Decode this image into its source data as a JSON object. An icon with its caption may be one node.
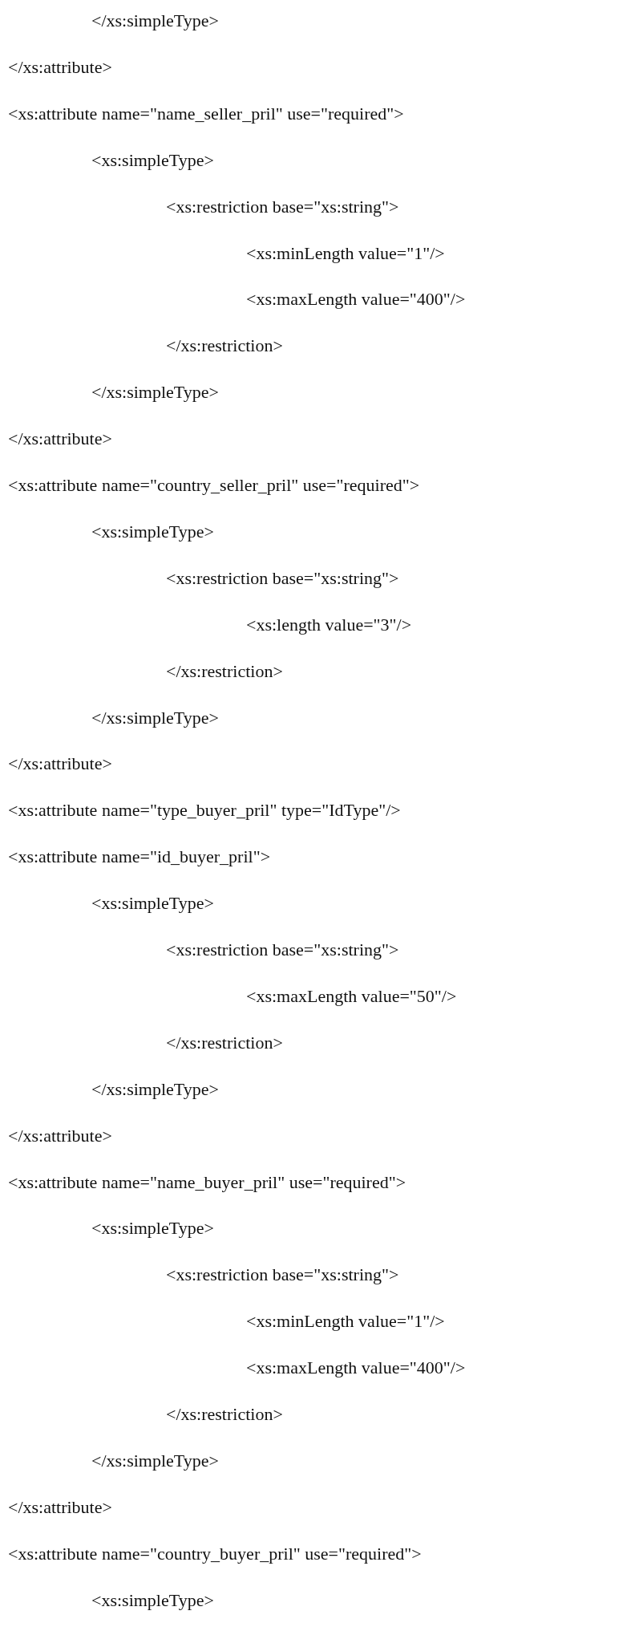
{
  "diagram": {
    "labels": [
      "</xs:simpleType>",
      "</xs:attribute>",
      "<xs:attribute name=\"name_seller_pril\" use=\"required\">",
      "<xs:simpleType>",
      "<xs:restriction base=\"xs:string\">",
      "<xs:minLength value=\"1\"/>",
      "<xs:maxLength value=\"400\"/>",
      "</xs:restriction>",
      "</xs:simpleType>",
      "</xs:attribute>",
      "<xs:attribute name=\"country_seller_pril\" use=\"required\">",
      "<xs:simpleType>",
      "<xs:restriction base=\"xs:string\">",
      "<xs:length value=\"3\"/>",
      "</xs:restriction>",
      "</xs:simpleType>",
      "</xs:attribute>",
      "<xs:attribute name=\"type_buyer_pril\" type=\"IdType\"/>",
      "<xs:attribute name=\"id_buyer_pril\">",
      "<xs:simpleType>",
      "<xs:restriction base=\"xs:string\">",
      "<xs:maxLength value=\"50\"/>",
      "</xs:restriction>",
      "</xs:simpleType>",
      "</xs:attribute>",
      "<xs:attribute name=\"name_buyer_pril\" use=\"required\">",
      "<xs:simpleType>",
      "<xs:restriction base=\"xs:string\">",
      "<xs:minLength value=\"1\"/>",
      "<xs:maxLength value=\"400\"/>",
      "</xs:restriction>",
      "</xs:simpleType>",
      "</xs:attribute>",
      "<xs:attribute name=\"country_buyer_pril\" use=\"required\">",
      "<xs:simpleType>"
    ]
  }
}
